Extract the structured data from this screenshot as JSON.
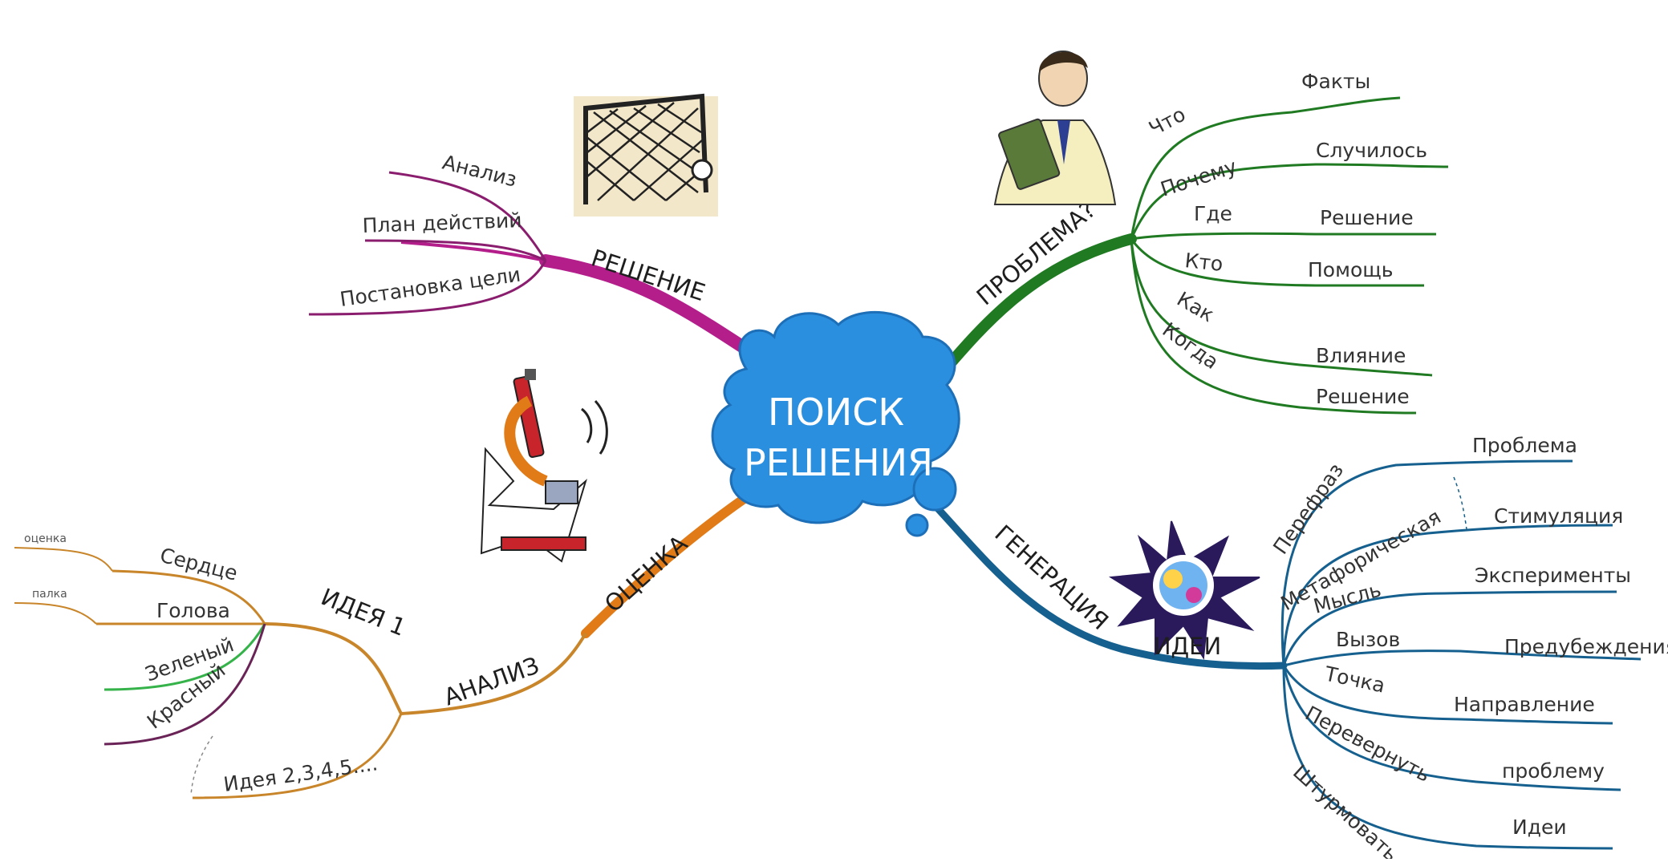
{
  "center": {
    "line1": "ПОИСК",
    "line2": "РЕШЕНИЯ"
  },
  "colors": {
    "reshenie": "#b31e8b",
    "problema": "#1f7a22",
    "generacia": "#15608e",
    "ocenka": "#e07b17",
    "analiz": "#c8852a",
    "cloud": "#2b8fe0"
  },
  "reshenie": {
    "label": "РЕШЕНИЕ",
    "items": [
      "Анализ",
      "План действий",
      "Постановка цели"
    ]
  },
  "problema": {
    "label": "ПРОБЛЕМА?",
    "left": [
      "Что",
      "Почему",
      "Где",
      "Кто",
      "Как",
      "Когда"
    ],
    "right": [
      "Факты",
      "Случилось",
      "Решение",
      "Помощь",
      "Влияние",
      "Решение"
    ]
  },
  "generacia": {
    "label": "ГЕНЕРАЦИЯ",
    "idei_caption": "ИДЕИ",
    "left": [
      "Перефраз",
      "Метафорическая",
      "Мысль",
      "Вызов",
      "Точка",
      "Перевернуть",
      "Штурмовать"
    ],
    "right": [
      "Проблема",
      "Стимуляция",
      "Эксперименты",
      "Предубеждения",
      "Направление",
      "проблему",
      "Идеи"
    ]
  },
  "ocenka": {
    "label": "ОЦЕНКА"
  },
  "analiz": {
    "label": "АНАЛИЗ",
    "idea1": "ИДЕЯ 1",
    "items": [
      "Сердце",
      "Голова",
      "Зеленый",
      "Красный"
    ],
    "small": [
      "оценка",
      "палка"
    ],
    "ideas_more": "Идея 2,3,4,5...."
  },
  "icons": [
    "goal-net-icon",
    "man-with-folder-icon",
    "microscope-icon",
    "idea-burst-icon"
  ]
}
